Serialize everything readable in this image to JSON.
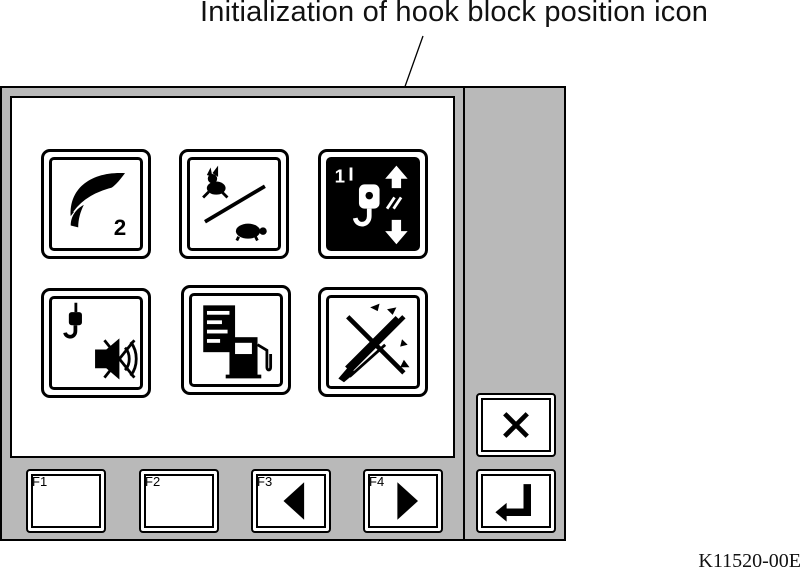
{
  "callout": {
    "text": "Initialization of hook block position icon"
  },
  "figure_code": "K11520-00E",
  "menu_icons": [
    {
      "name": "eco-mode-2",
      "badge": "2",
      "selected": false
    },
    {
      "name": "speed-rabbit-turtle",
      "selected": false
    },
    {
      "name": "hook-block-position-init",
      "badge": "1",
      "selected": true
    },
    {
      "name": "hook-mute-alarm",
      "selected": false
    },
    {
      "name": "fuel-report",
      "selected": false
    },
    {
      "name": "boom-function-cancel",
      "selected": false
    }
  ],
  "function_keys": [
    {
      "label": "F1",
      "icon": ""
    },
    {
      "label": "F2",
      "icon": ""
    },
    {
      "label": "F3",
      "icon": "triangle-left"
    },
    {
      "label": "F4",
      "icon": "triangle-right"
    }
  ],
  "side_keys": {
    "cancel_icon": "close-icon",
    "enter_icon": "enter-icon"
  }
}
